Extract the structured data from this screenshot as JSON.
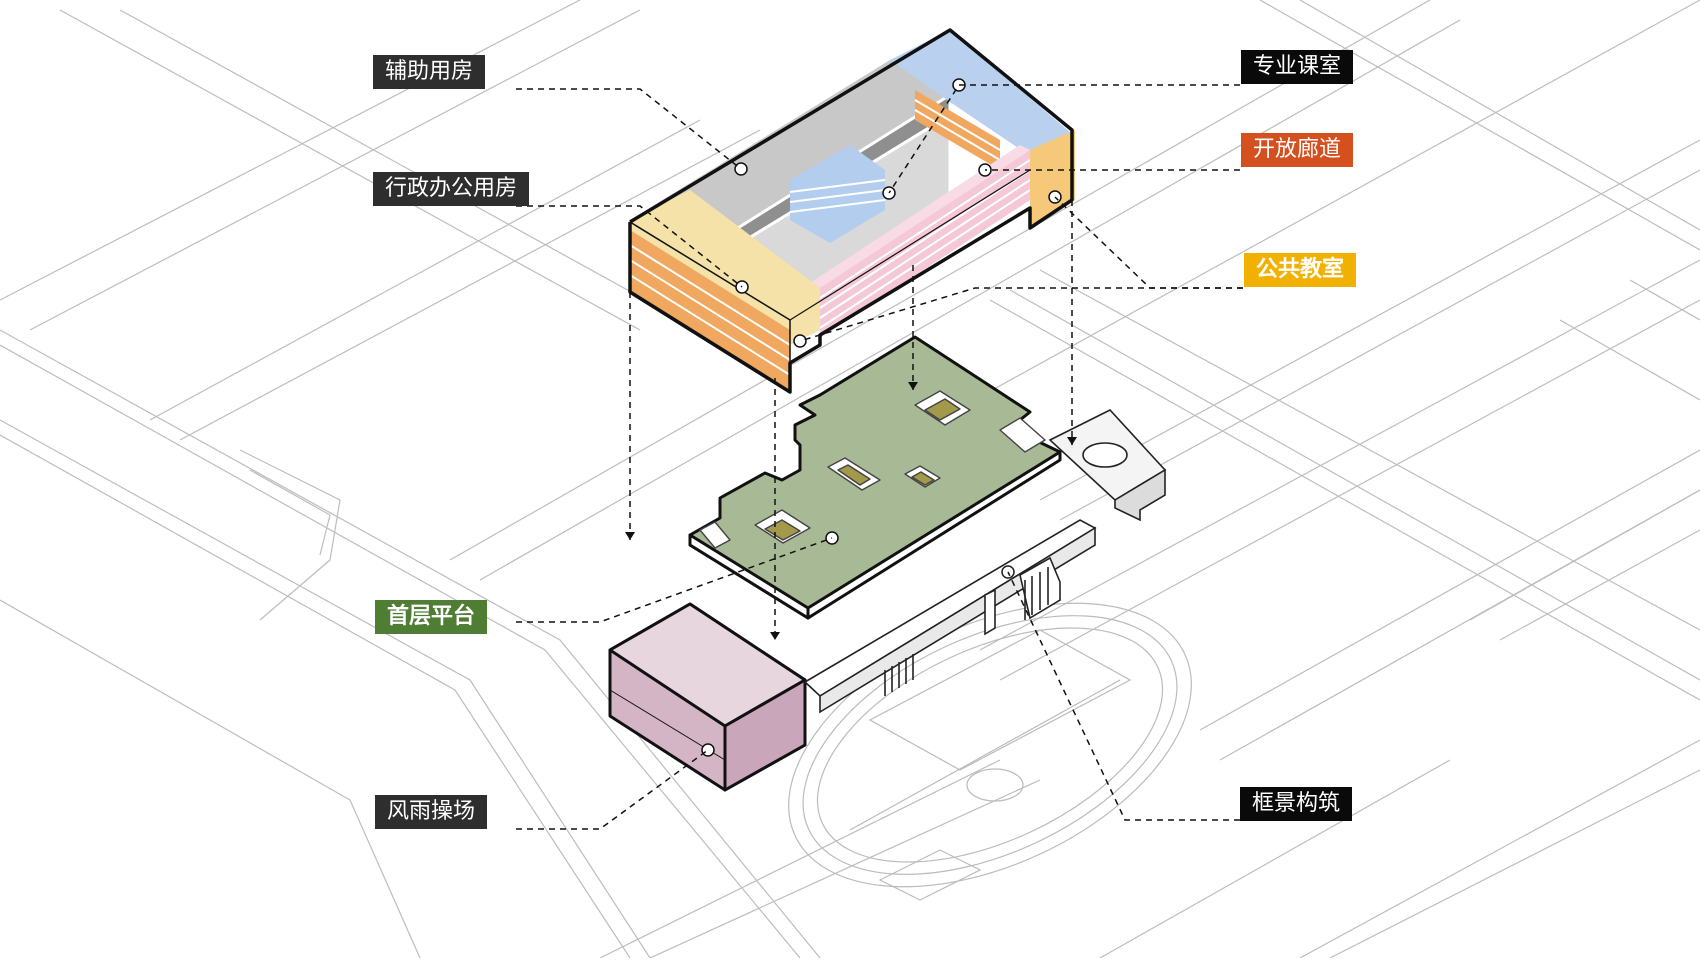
{
  "labels": {
    "auxiliary_rooms": "辅助用房",
    "admin_offices": "行政办公用房",
    "specialized_classrooms": "专业课室",
    "open_corridor": "开放廊道",
    "public_classrooms": "公共教室",
    "ground_platform": "首层平台",
    "covered_playground": "风雨操场",
    "framed_structure": "框景构筑"
  },
  "colors": {
    "auxiliary_rooms": "#c8c8c8",
    "admin_offices": "#f4e2a8",
    "admin_offices_side": "#f0a860",
    "specialized_classrooms": "#b9d0ee",
    "open_corridor": "#f5c8d8",
    "open_corridor_side": "#f0a860",
    "public_classrooms": "#f6c97a",
    "ground_platform": "#b3c3a2",
    "covered_playground": "#e5cbd6",
    "label_dark": "#2e2e2e",
    "label_black": "#0a0a0a",
    "label_orange": "#d4501f",
    "label_yellow": "#f2b000",
    "label_green": "#4f7d34"
  }
}
